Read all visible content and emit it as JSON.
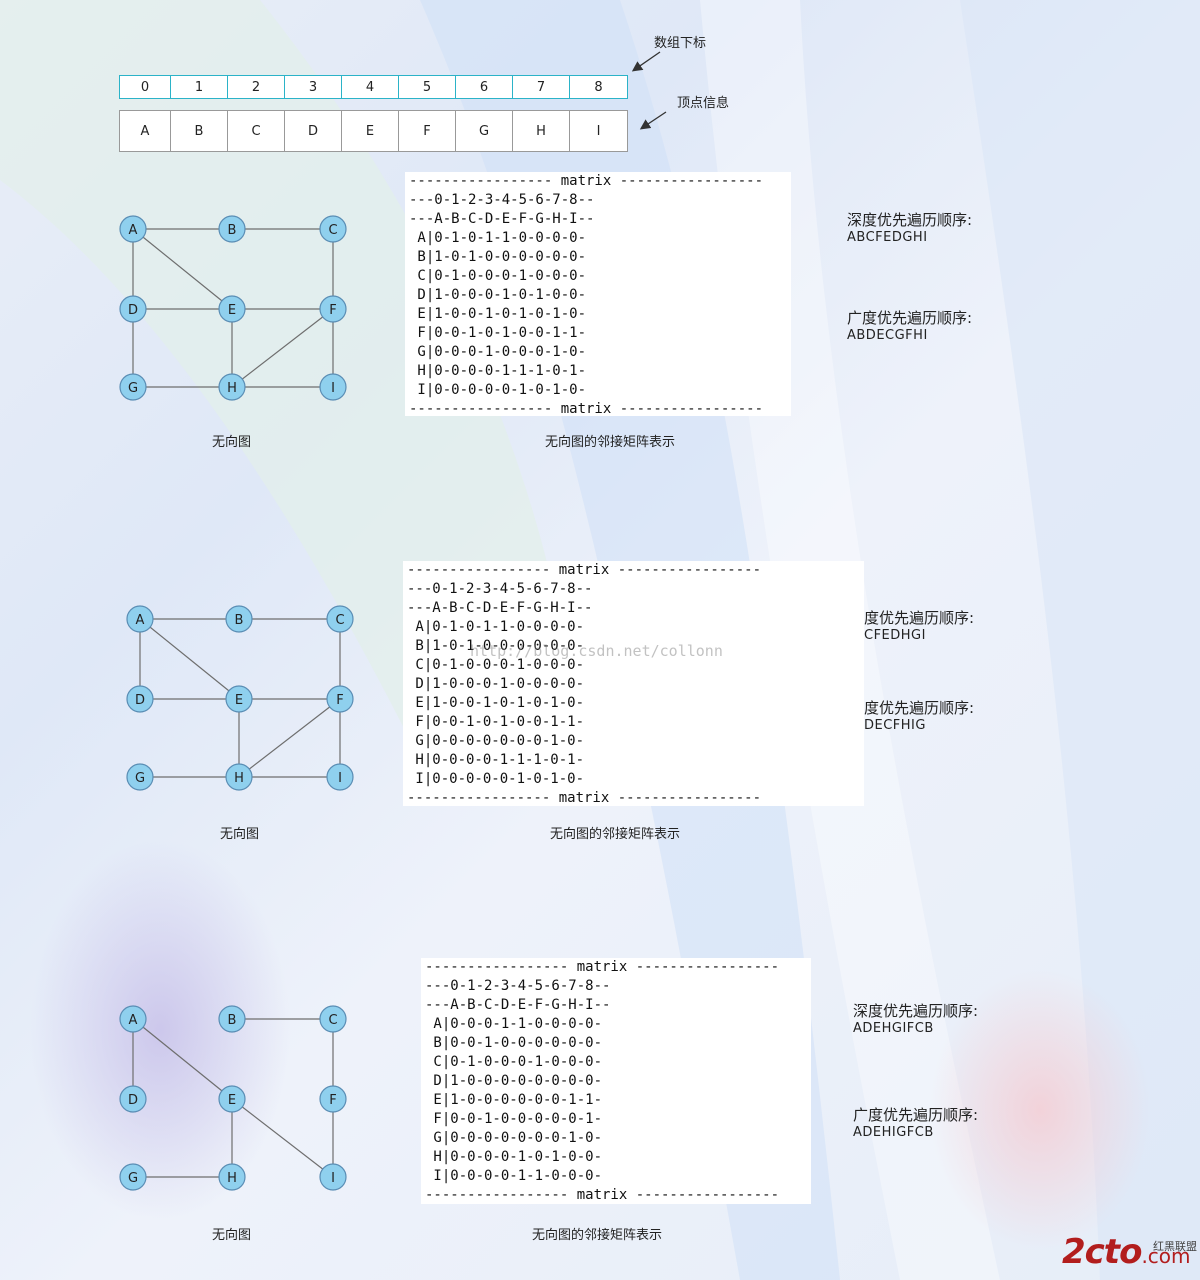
{
  "array_top": {
    "index_label": "数组下标",
    "vertex_label": "顶点信息",
    "indices": [
      "0",
      "1",
      "2",
      "3",
      "4",
      "5",
      "6",
      "7",
      "8"
    ],
    "vertices": [
      "A",
      "B",
      "C",
      "D",
      "E",
      "F",
      "G",
      "H",
      "I"
    ]
  },
  "sections": [
    {
      "graph_caption": "无向图",
      "matrix_caption": "无向图的邻接矩阵表示",
      "matrix_lines": [
        "----------------- matrix -----------------",
        "---0-1-2-3-4-5-6-7-8--",
        "---A-B-C-D-E-F-G-H-I--",
        " A|0-1-0-1-1-0-0-0-0-",
        " B|1-0-1-0-0-0-0-0-0-",
        " C|0-1-0-0-0-1-0-0-0-",
        " D|1-0-0-0-1-0-1-0-0-",
        " E|1-0-0-1-0-1-0-1-0-",
        " F|0-0-1-0-1-0-0-1-1-",
        " G|0-0-0-1-0-0-0-1-0-",
        " H|0-0-0-0-1-1-1-0-1-",
        " I|0-0-0-0-0-1-0-1-0-",
        "----------------- matrix -----------------"
      ],
      "dfs_title": "深度优先遍历顺序:",
      "dfs_seq": "ABCFEDGHI",
      "bfs_title": "广度优先遍历顺序:",
      "bfs_seq": "ABDECGFHI",
      "nodes": [
        "A",
        "B",
        "C",
        "D",
        "E",
        "F",
        "G",
        "H",
        "I"
      ],
      "edges": [
        [
          "A",
          "B"
        ],
        [
          "B",
          "C"
        ],
        [
          "A",
          "D"
        ],
        [
          "A",
          "E"
        ],
        [
          "C",
          "F"
        ],
        [
          "D",
          "E"
        ],
        [
          "E",
          "F"
        ],
        [
          "D",
          "G"
        ],
        [
          "E",
          "H"
        ],
        [
          "F",
          "H"
        ],
        [
          "F",
          "I"
        ],
        [
          "G",
          "H"
        ],
        [
          "H",
          "I"
        ]
      ]
    },
    {
      "graph_caption": "无向图",
      "matrix_caption": "无向图的邻接矩阵表示",
      "matrix_lines": [
        "----------------- matrix -----------------",
        "---0-1-2-3-4-5-6-7-8--",
        "---A-B-C-D-E-F-G-H-I--",
        " A|0-1-0-1-1-0-0-0-0-",
        " B|1-0-1-0-0-0-0-0-0-",
        " C|0-1-0-0-0-1-0-0-0-",
        " D|1-0-0-0-1-0-0-0-0-",
        " E|1-0-0-1-0-1-0-1-0-",
        " F|0-0-1-0-1-0-0-1-1-",
        " G|0-0-0-0-0-0-0-1-0-",
        " H|0-0-0-0-1-1-1-0-1-",
        " I|0-0-0-0-0-1-0-1-0-",
        "----------------- matrix -----------------"
      ],
      "dfs_title": "度优先遍历顺序:",
      "dfs_seq": "CFEDHGI",
      "bfs_title": "度优先遍历顺序:",
      "bfs_seq": "DECFHIG",
      "watermark": "http://blog.csdn.net/collonn",
      "nodes": [
        "A",
        "B",
        "C",
        "D",
        "E",
        "F",
        "G",
        "H",
        "I"
      ],
      "edges": [
        [
          "A",
          "B"
        ],
        [
          "B",
          "C"
        ],
        [
          "A",
          "D"
        ],
        [
          "A",
          "E"
        ],
        [
          "C",
          "F"
        ],
        [
          "D",
          "E"
        ],
        [
          "E",
          "F"
        ],
        [
          "E",
          "H"
        ],
        [
          "F",
          "H"
        ],
        [
          "F",
          "I"
        ],
        [
          "G",
          "H"
        ],
        [
          "H",
          "I"
        ]
      ]
    },
    {
      "graph_caption": "无向图",
      "matrix_caption": "无向图的邻接矩阵表示",
      "matrix_lines": [
        "----------------- matrix -----------------",
        "---0-1-2-3-4-5-6-7-8--",
        "---A-B-C-D-E-F-G-H-I--",
        " A|0-0-0-1-1-0-0-0-0-",
        " B|0-0-1-0-0-0-0-0-0-",
        " C|0-1-0-0-0-1-0-0-0-",
        " D|1-0-0-0-0-0-0-0-0-",
        " E|1-0-0-0-0-0-0-1-1-",
        " F|0-0-1-0-0-0-0-0-1-",
        " G|0-0-0-0-0-0-0-1-0-",
        " H|0-0-0-0-1-0-1-0-0-",
        " I|0-0-0-0-1-1-0-0-0-"
      ],
      "matrix_footer": "----------------- matrix -----------------",
      "dfs_title": "深度优先遍历顺序:",
      "dfs_seq": "ADEHGIFCB",
      "bfs_title": "广度优先遍历顺序:",
      "bfs_seq": "ADEHIGFCB",
      "nodes": [
        "A",
        "B",
        "C",
        "D",
        "E",
        "F",
        "G",
        "H",
        "I"
      ],
      "edges": [
        [
          "A",
          "D"
        ],
        [
          "A",
          "E"
        ],
        [
          "B",
          "C"
        ],
        [
          "C",
          "F"
        ],
        [
          "E",
          "H"
        ],
        [
          "E",
          "I"
        ],
        [
          "F",
          "I"
        ],
        [
          "G",
          "H"
        ]
      ]
    }
  ],
  "logo": {
    "main": "2cto",
    "suffix": ".com",
    "side": "红黑联盟"
  },
  "colors": {
    "node_fill": "#8fd0ee",
    "node_stroke": "#5a8db4",
    "edge": "#6e6e6e",
    "index_border": "#2bb3c8"
  }
}
